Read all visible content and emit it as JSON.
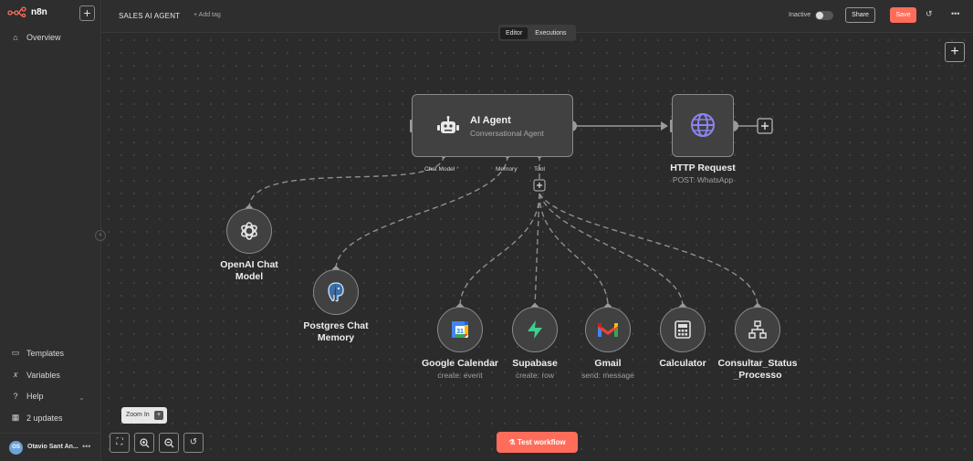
{
  "app": {
    "name": "n8n"
  },
  "sidebar": {
    "items": [
      {
        "label": "Overview",
        "icon": "home-icon"
      },
      {
        "label": "Templates",
        "icon": "templates-icon"
      },
      {
        "label": "Variables",
        "icon": "variables-icon"
      },
      {
        "label": "Help",
        "icon": "help-icon"
      },
      {
        "label": "2 updates",
        "icon": "gift-icon"
      }
    ],
    "user": {
      "initials": "OS",
      "name": "Otavio Sant An..."
    }
  },
  "header": {
    "workflow_title": "SALES AI AGENT",
    "add_tag": "+ Add tag",
    "status": "Inactive",
    "share": "Share",
    "save": "Save"
  },
  "tabs": [
    {
      "label": "Editor",
      "active": true
    },
    {
      "label": "Executions",
      "active": false
    }
  ],
  "nodes": {
    "agent": {
      "title": "AI Agent",
      "subtitle": "Conversational Agent"
    },
    "ports": {
      "chat_model": "Chat Model",
      "memory": "Memory",
      "tool": "Tool"
    },
    "http": {
      "title": "HTTP Request",
      "subtitle": "POST: WhatsApp"
    },
    "openai": {
      "title_1": "OpenAI Chat",
      "title_2": "Model"
    },
    "postgres": {
      "title_1": "Postgres Chat",
      "title_2": "Memory"
    },
    "gcal": {
      "title": "Google Calendar",
      "subtitle": "create: event"
    },
    "supabase": {
      "title": "Supabase",
      "subtitle": "create: row"
    },
    "gmail": {
      "title": "Gmail",
      "subtitle": "send: message"
    },
    "calculator": {
      "title": "Calculator"
    },
    "consultar": {
      "title_1": "Consultar_Status",
      "title_2": "_Processo"
    }
  },
  "controls": {
    "zoom_tooltip": "Zoom In",
    "zoom_tooltip_key": "+",
    "test_workflow": "Test workflow"
  },
  "colors": {
    "accent": "#ff6d5a",
    "canvas": "#2b2b2b",
    "node_bg": "#414141",
    "node_border": "#8a8a8a"
  }
}
